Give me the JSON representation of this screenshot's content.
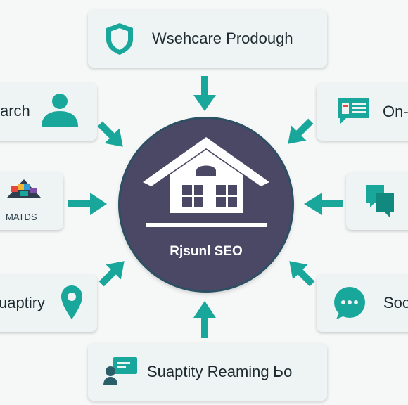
{
  "hub": {
    "title": "Rjsunl SEO",
    "icon": "house-icon"
  },
  "nodes": {
    "top": {
      "label": "Wsehcare Prodough",
      "icon": "shield-icon"
    },
    "upper_left": {
      "label": "arch",
      "icon": "person-icon"
    },
    "middle_left": {
      "label": "MATDS",
      "icon": "matds-logo-icon"
    },
    "lower_left": {
      "label": "uaptiry",
      "icon": "location-pin-icon"
    },
    "bottom": {
      "label": "Suaptity Reaming Ꮟo",
      "icon": "presenter-board-icon"
    },
    "upper_right": {
      "label": "On-",
      "icon": "page-message-icon"
    },
    "middle_right": {
      "label": "",
      "icon": "chat-bubbles-icon"
    },
    "lower_right": {
      "label": "Soc",
      "icon": "speech-dots-icon"
    }
  },
  "colors": {
    "accent": "#1aa79b",
    "hub": "#4b4866",
    "card": "#eef4f4"
  }
}
